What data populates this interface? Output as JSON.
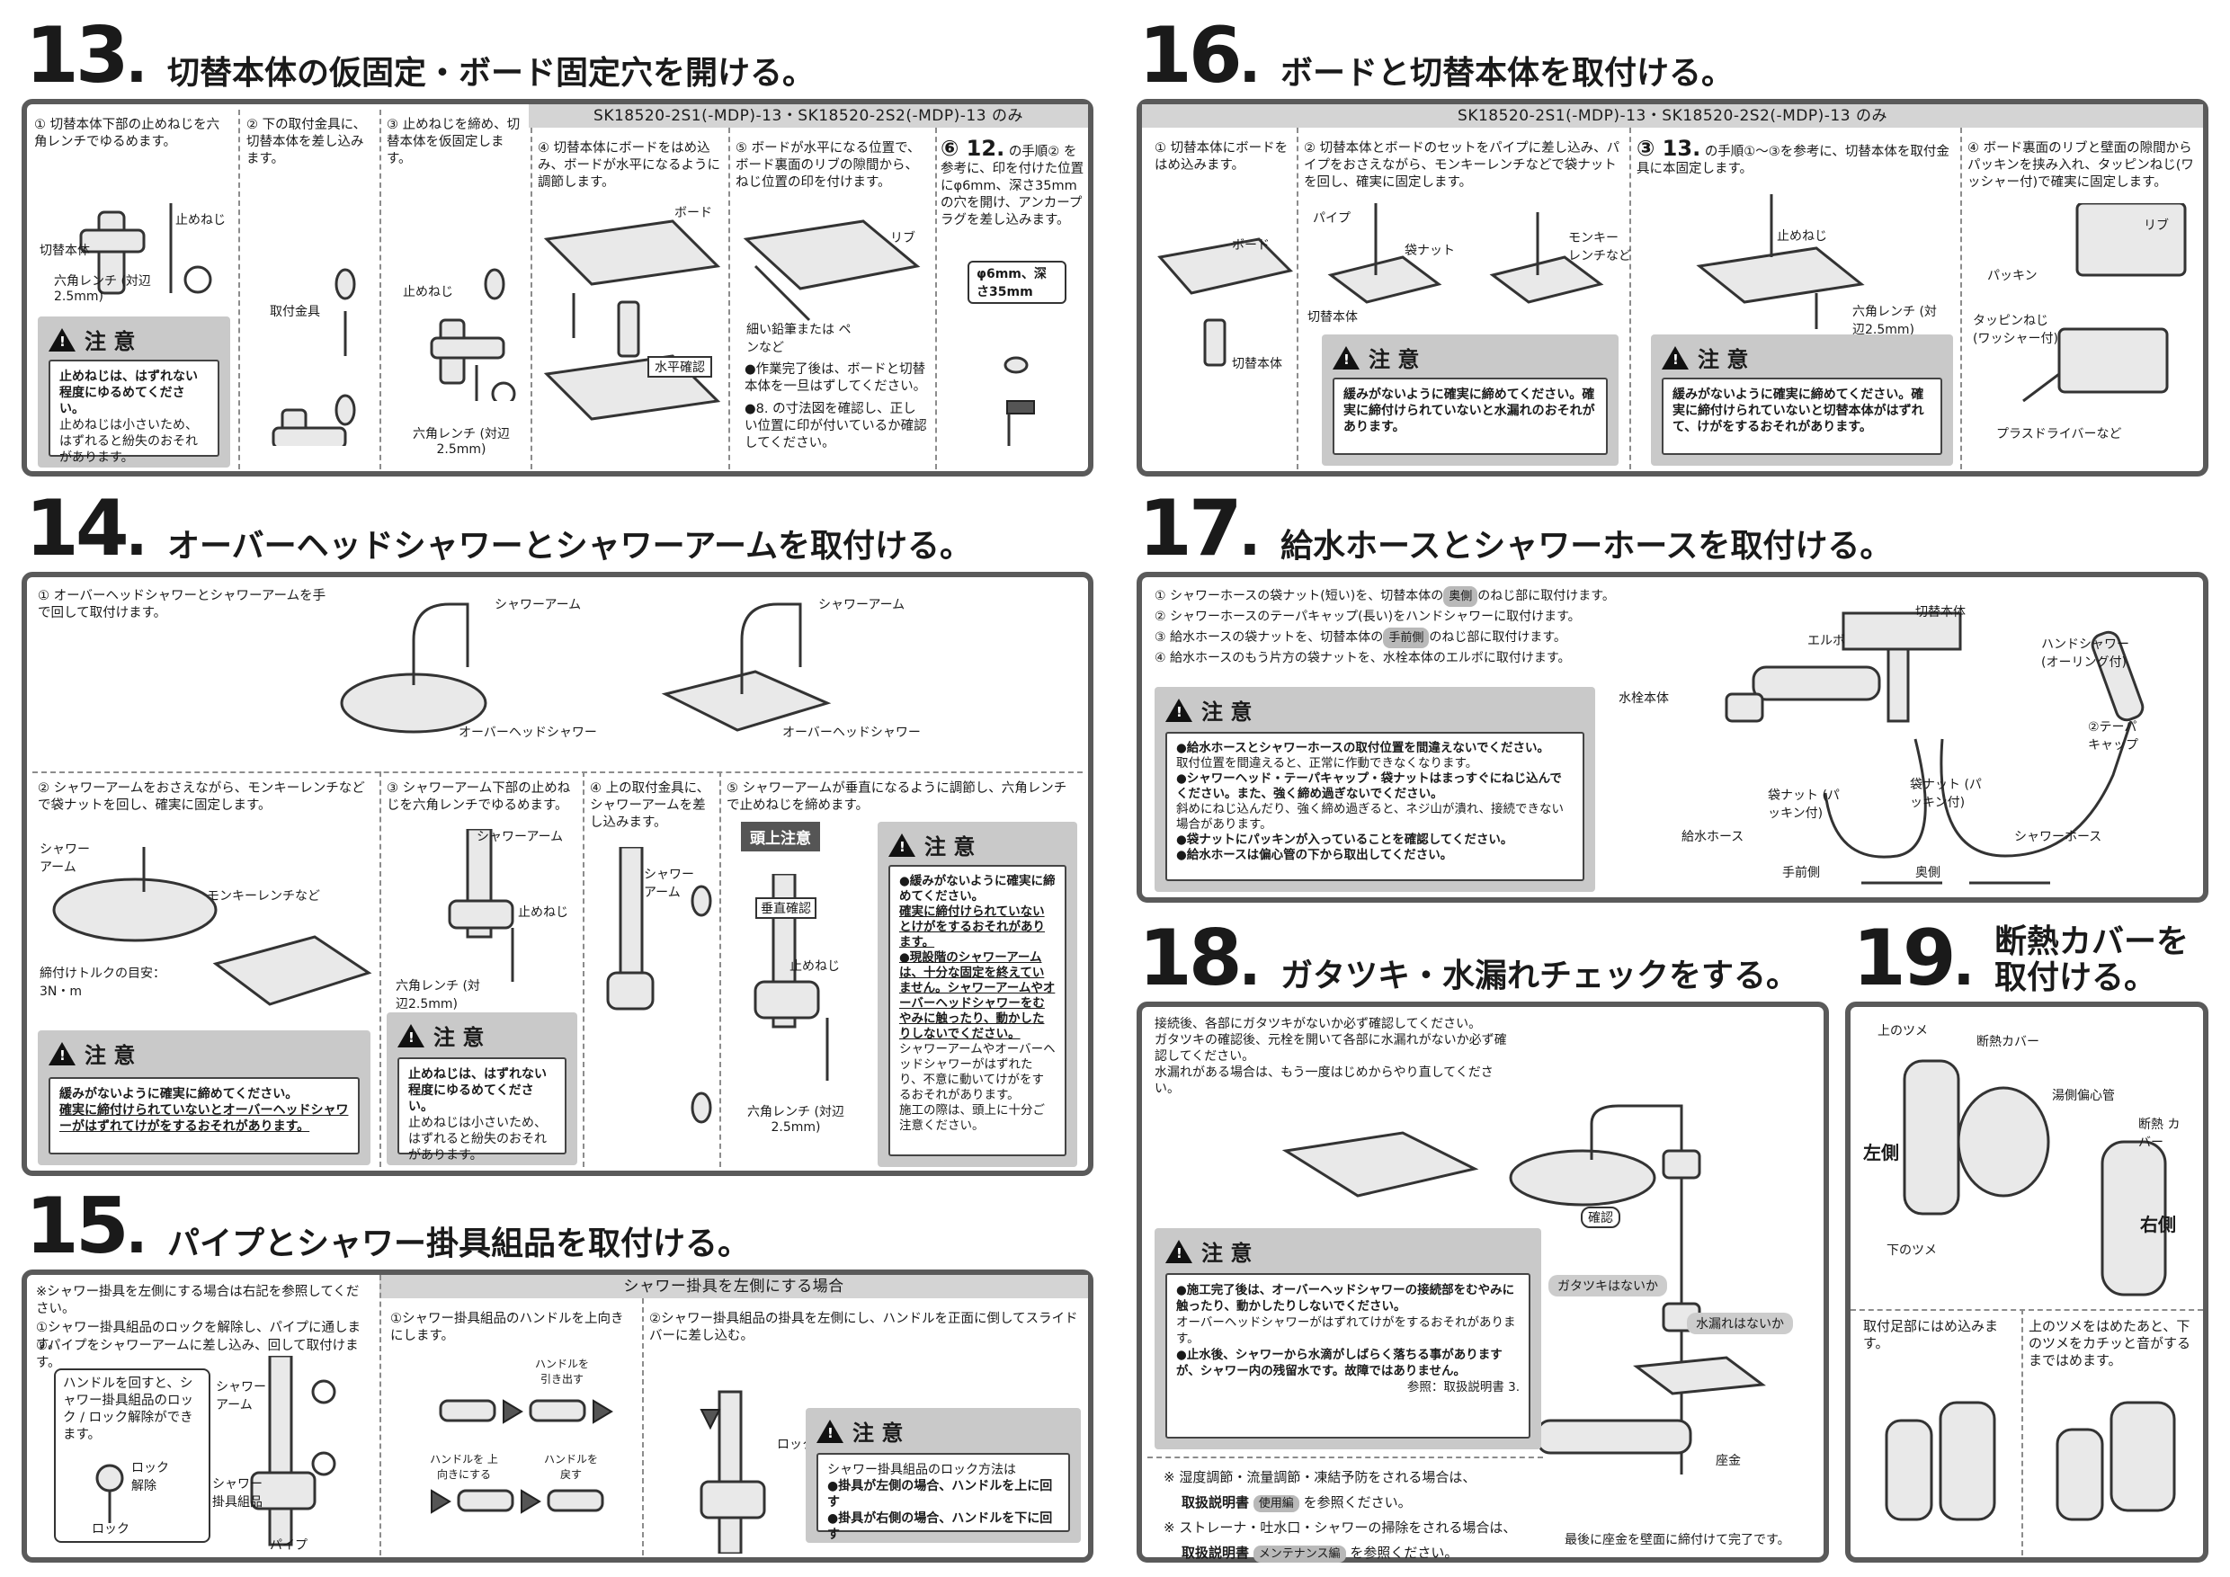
{
  "s13": {
    "num": "13",
    "title": "切替本体の仮固定・ボード固定穴を開ける。",
    "band": "SK18520-2S1(-MDP)-13・SK18520-2S2(-MDP)-13 のみ",
    "step1": "① 切替本体下部の止めねじを六角レンチでゆるめます。",
    "step1_labels": [
      "止めねじ",
      "切替本体",
      "六角レンチ (対辺2.5mm)"
    ],
    "step2": "② 下の取付金具に、切替本体を差し込みます。",
    "step2_labels": [
      "取付金具"
    ],
    "step3": "③ 止めねじを締め、切替本体を仮固定します。",
    "step3_labels": [
      "止めねじ",
      "六角レンチ (対辺2.5mm)"
    ],
    "step4": "④ 切替本体にボードをはめ込み、ボードが水平になるように調節します。",
    "step4_labels": [
      "ボード",
      "水平確認"
    ],
    "step5": "⑤ ボードが水平になる位置で、ボード裏面のリブの隙間から、ねじ位置の印を付けます。",
    "step5_labels": [
      "リブ",
      "細い鉛筆または ペンなど"
    ],
    "step5_notes": [
      "●作業完了後は、ボードと切替本体を一旦はずしてください。",
      "●8. の寸法図を確認し、正しい位置に印が付いているか確認してください。"
    ],
    "step6_ref": "⑥ 12.",
    "step6": "の手順② を参考に、印を付けた位置にφ6mm、深さ35mmの穴を開け、アンカープラグを差し込みます。",
    "step6_callout": "φ6mm、深さ35mm",
    "caution_title": "注 意",
    "caution_bold": "止めねじは、はずれない程度にゆるめてください。",
    "caution_text": "止めねじは小さいため、はずれると紛失のおそれがあります。"
  },
  "s14": {
    "num": "14",
    "title": "オーバーヘッドシャワーとシャワーアームを取付ける。",
    "step1": "① オーバーヘッドシャワーとシャワーアームを手で回して取付けます。",
    "step1_labels": [
      "シャワーアーム",
      "オーバーヘッドシャワー",
      "シャワーアーム",
      "オーバーヘッドシャワー"
    ],
    "step2": "② シャワーアームをおさえながら、モンキーレンチなどで袋ナットを回し、確実に固定します。",
    "step2_labels": [
      "シャワー アーム",
      "モンキーレンチなど",
      "締付けトルクの目安：3N・m"
    ],
    "step2_caution": [
      "緩みがないように確実に締めてください。",
      "確実に締付けられていないとオーバーヘッドシャワーがはずれてけがをするおそれがあります。"
    ],
    "step3": "③ シャワーアーム下部の止めねじを六角レンチでゆるめます。",
    "step3_labels": [
      "シャワーアーム",
      "止めねじ",
      "六角レンチ (対辺2.5mm)"
    ],
    "step3_caution": [
      "止めねじは、はずれない程度にゆるめてください。",
      "止めねじは小さいため、はずれると紛失のおそれがあります。"
    ],
    "step4": "④ 上の取付金具に、シャワーアームを差し込みます。",
    "step4_labels": [
      "シャワー アーム"
    ],
    "step5": "⑤ シャワーアームが垂直になるように調節し、六角レンチで止めねじを締めます。",
    "step5_labels": [
      "頭上注意",
      "垂直確認",
      "止めねじ",
      "六角レンチ (対辺2.5mm)"
    ],
    "step5_caution": [
      "●緩みがないように確実に締めてください。",
      "確実に締付けられていないとけがをするおそれがあります。",
      "●現設階のシャワーアームは、十分な固定を終えていません。シャワーアームやオーバーヘッドシャワーをむやみに触ったり、動かしたりしないでください。",
      "シャワーアームやオーバーヘッドシャワーがはずれたり、不意に動いてけがをするおそれがあります。",
      "施工の際は、頭上に十分ご注意ください。"
    ],
    "caution_title": "注 意"
  },
  "s15": {
    "num": "15",
    "title": "パイプとシャワー掛具組品を取付ける。",
    "intro": "※シャワー掛具を左側にする場合は右記を参照してください。",
    "step1": "①シャワー掛具組品のロックを解除し、パイプに通します。",
    "step2": "②パイプをシャワーアームに差し込み、回して取付けます。",
    "inset": "ハンドルを回すと、シャワー掛具組品のロック / ロック解除ができます。",
    "inset_labels": [
      "ロック 解除",
      "ロック"
    ],
    "labels": [
      "シャワー アーム",
      "シャワー 掛具組品",
      "パイプ"
    ],
    "band": "シャワー掛具を左側にする場合",
    "left1": "①シャワー掛具組品のハンドルを上向きにします。",
    "left1_labels": [
      "ハンドルを 引き出す",
      "ハンドルを 上向きにする",
      "ハンドルを 戻す"
    ],
    "left2": "②シャワー掛具組品の掛具を左側にし、ハンドルを正面に倒してスライドバーに差し込む。",
    "left2_labels": [
      "ロック"
    ],
    "caution_title": "注 意",
    "caution": [
      "シャワー掛具組品のロック方法は",
      "●掛具が左側の場合、ハンドルを上に回す",
      "●掛具が右側の場合、ハンドルを下に回す"
    ]
  },
  "s16": {
    "num": "16",
    "title": "ボードと切替本体を取付ける。",
    "band": "SK18520-2S1(-MDP)-13・SK18520-2S2(-MDP)-13 のみ",
    "step1": "① 切替本体にボードをはめ込みます。",
    "step1_labels": [
      "ボード",
      "切替本体"
    ],
    "step2": "② 切替本体とボードのセットをパイプに差し込み、パイプをおさえながら、モンキーレンチなどで袋ナットを回し、確実に固定します。",
    "step2_labels": [
      "パイプ",
      "袋ナット",
      "モンキー レンチなど",
      "切替本体"
    ],
    "step2_caution": "緩みがないように確実に締めてください。確実に締付けられていないと水漏れのおそれがあります。",
    "step3_ref": "③ 13.",
    "step3": "の手順①～③を参考に、切替本体を取付金具に本固定します。",
    "step3_labels": [
      "止めねじ",
      "六角レンチ (対辺2.5mm)"
    ],
    "step3_caution": "緩みがないように確実に締めてください。確実に締付けられていないと切替本体がはずれて、けがをするおそれがあります。",
    "step4": "④ ボード裏面のリブと壁面の隙間からパッキンを挟み入れ、タッピンねじ(ワッシャー付)で確実に固定します。",
    "step4_labels": [
      "リブ",
      "パッキン",
      "タッピンねじ (ワッシャー付)",
      "プラスドライバーなど"
    ],
    "caution_title": "注 意"
  },
  "s17": {
    "num": "17",
    "title": "給水ホースとシャワーホースを取付ける。",
    "steps": [
      "① シャワーホースの袋ナット(短い)を、切替本体の",
      "奥側",
      "のねじ部に取付けます。",
      "② シャワーホースのテーパキャップ(長い)をハンドシャワーに取付けます。",
      "③ 給水ホースの袋ナットを、切替本体の",
      "手前側",
      "のねじ部に取付けます。",
      "④ 給水ホースのもう片方の袋ナットを、水栓本体のエルボに取付けます。"
    ],
    "labels": [
      "エルボ",
      "切替本体",
      "ハンドシャワー (オーリング付)",
      "水栓本体",
      "②テーパ キャップ",
      "袋ナット (パッキン付)",
      "袋ナット (パッキン付)",
      "給水ホース",
      "シャワーホース",
      "手前側",
      "奥側"
    ],
    "caution_title": "注 意",
    "caution": [
      "●給水ホースとシャワーホースの取付位置を間違えないでください。",
      "取付位置を間違えると、正常に作動できなくなります。",
      "●シャワーヘッド・テーパキャップ・袋ナットはまっすぐにねじ込んでください。また、強く締め過ぎないでください。",
      "斜めにねじ込んだり、強く締め過ぎると、ネジ山が潰れ、接続できない場合があります。",
      "●袋ナットにパッキンが入っていることを確認してください。",
      "●給水ホースは偏心管の下から取出してください。"
    ]
  },
  "s18": {
    "num": "18",
    "title": "ガタツキ・水漏れチェックをする。",
    "intro": [
      "接続後、各部にガタツキがないか必ず確認してください。",
      "ガタツキの確認後、元栓を開いて各部に水漏れがないか必ず確認してください。",
      "水漏れがある場合は、もう一度はじめからやり直してください。"
    ],
    "labels": [
      "確認",
      "ガタツキはないか",
      "水漏れはないか",
      "座金"
    ],
    "caution_title": "注 意",
    "caution": [
      "●施工完了後は、オーバーヘッドシャワーの接続部をむやみに触ったり、動かしたりしないでください。",
      "オーバーヘッドシャワーがはずれてけがをするおそれがあります。",
      "●止水後、シャワーから水滴がしばらく落ちる事がありますが、シャワー内の残留水です。故障ではありません。"
    ],
    "ref": "参照：取扱説明書 3.",
    "note1": "※ 湿度調節・流量調節・凍結予防をされる場合は、",
    "note1b": [
      "取扱説明書",
      "使用編",
      "を参照ください。"
    ],
    "note2": "※ ストレーナ・吐水口・シャワーの掃除をされる場合は、",
    "note2b": [
      "取扱説明書",
      "メンテナンス編",
      "を参照ください。"
    ],
    "footer": "最後に座金を壁面に締付けて完了です。"
  },
  "s19": {
    "num": "19",
    "title": "断熱カバーを 取付ける。",
    "labels": [
      "上のツメ",
      "断熱カバー",
      "湯側偏心管",
      "断熱 カバー",
      "左側",
      "右側",
      "下のツメ"
    ],
    "step1": "取付足部にはめ込みます。",
    "step2": "上のツメをはめたあと、下のツメをカチッと音がするまではめます。"
  }
}
